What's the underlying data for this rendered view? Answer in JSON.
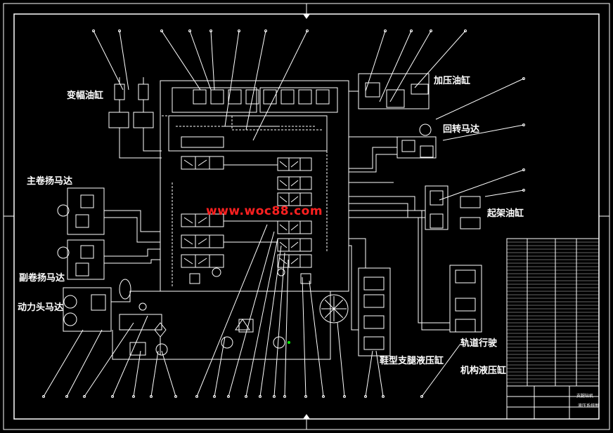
{
  "labels": {
    "luffing_cylinder": "变幅油缸",
    "pressurizing_cylinder": "加压油缸",
    "slewing_motor": "回转马达",
    "main_winch_motor": "主卷扬马达",
    "auxiliary_winch_motor": "副卷扬马达",
    "power_head_motor": "动力头马达",
    "lifting_cylinder": "起架油缸",
    "shoe_support_cylinder": "鞋型支腿液压缸",
    "crawler_travel_line1": "轨道行驶",
    "crawler_travel_line2": "机构液压缸"
  },
  "watermark": "www.woc88.com",
  "title_block": {
    "title": "支腿钻机",
    "subtitle": "液压系统图"
  },
  "colors": {
    "background": "#000000",
    "lines": "#ffffff",
    "watermark": "#ff2020",
    "accent": "#00ff00"
  }
}
